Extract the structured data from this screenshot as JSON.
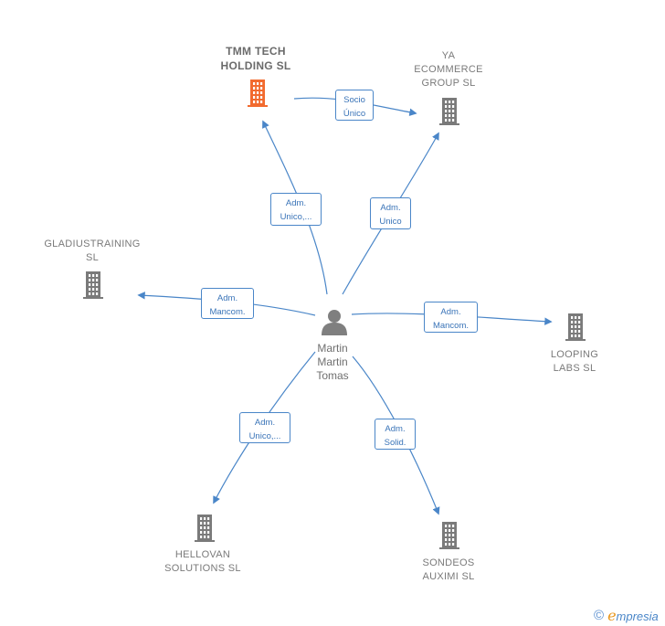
{
  "colors": {
    "main_company": "#f26a2e",
    "company": "#7a7a7a",
    "person": "#7f7f7f",
    "edge": "#4a86c8"
  },
  "center": {
    "name": "Martin\nMartin\nTomas",
    "icon": "person-icon"
  },
  "companies": [
    {
      "id": "tmm",
      "name": "TMM TECH\nHOLDING  SL",
      "main": true
    },
    {
      "id": "ya",
      "name": "YA\nECOMMERCE\nGROUP  SL",
      "main": false
    },
    {
      "id": "gladius",
      "name": "GLADIUSTRAINING\nSL",
      "main": false
    },
    {
      "id": "looping",
      "name": "LOOPING\nLABS  SL",
      "main": false
    },
    {
      "id": "hellovan",
      "name": "HELLOVAN\nSOLUTIONS  SL",
      "main": false
    },
    {
      "id": "sondeos",
      "name": "SONDEOS\nAUXIMI  SL",
      "main": false
    }
  ],
  "relations": [
    {
      "id": "r-tmm",
      "label": "Adm.\nUnico,..."
    },
    {
      "id": "r-ya",
      "label": "Adm.\nUnico"
    },
    {
      "id": "r-gladius",
      "label": "Adm.\nMancom."
    },
    {
      "id": "r-looping",
      "label": "Adm.\nMancom."
    },
    {
      "id": "r-hellovan",
      "label": "Adm.\nUnico,..."
    },
    {
      "id": "r-sondeos",
      "label": "Adm.\nSolid."
    },
    {
      "id": "r-tmm-ya",
      "label": "Socio\nÚnico"
    }
  ],
  "brand": {
    "copyright": "©",
    "e": "e",
    "rest": "mpresia"
  }
}
